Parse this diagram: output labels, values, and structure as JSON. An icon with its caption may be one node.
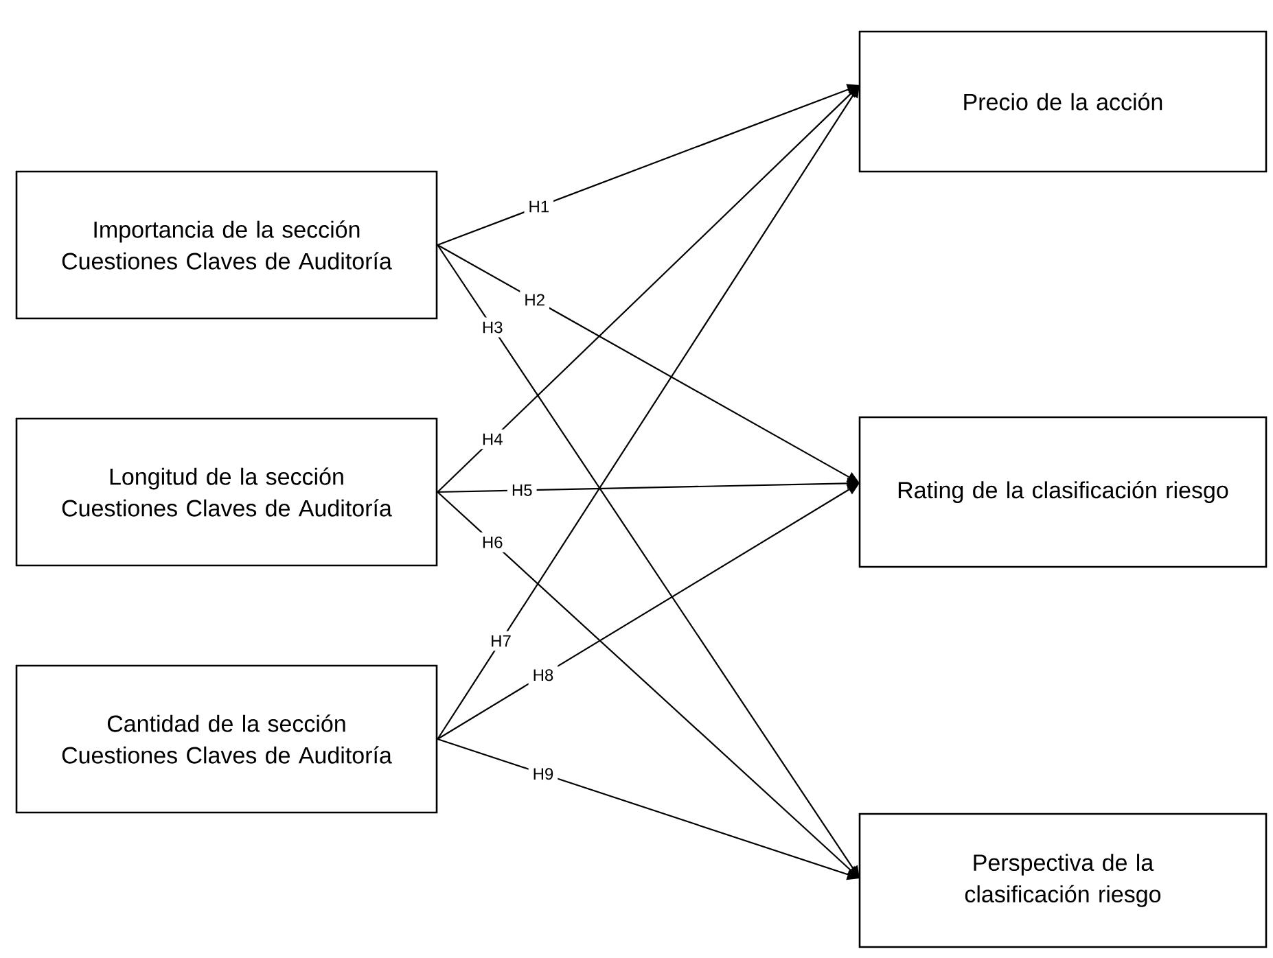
{
  "diagram": {
    "nodes": [
      {
        "text": [
          "Importancia de la sección Cuestiones Claves de Auditoría"
        ]
      },
      {
        "text": [
          "Longitud  de la sección Cuestiones Claves de Auditoría"
        ]
      },
      {
        "text": [
          "Cantidad de la sección Cuestiones Claves de Auditoría"
        ]
      },
      {
        "text": [
          "Precio de la acción"
        ]
      },
      {
        "text": [
          "Rating de la clasificación riesgo"
        ]
      },
      {
        "text": [
          "Perspectiva de la clasificación riesgo"
        ]
      }
    ],
    "edges": [
      {
        "from": 0,
        "to": 3,
        "arrow": "to",
        "label": "H1"
      },
      {
        "from": 0,
        "to": 4,
        "arrow": "to",
        "label": "H2"
      },
      {
        "from": 0,
        "to": 5,
        "arrow": "to",
        "label": "H3"
      },
      {
        "from": 1,
        "to": 3,
        "arrow": "to",
        "label": "H4"
      },
      {
        "from": 1,
        "to": 4,
        "arrow": "to",
        "label": "H5"
      },
      {
        "from": 1,
        "to": 5,
        "arrow": "to",
        "label": "H6"
      },
      {
        "from": 2,
        "to": 3,
        "arrow": "to",
        "label": "H7"
      },
      {
        "from": 2,
        "to": 4,
        "arrow": "to",
        "label": "H8"
      },
      {
        "from": 2,
        "to": 5,
        "arrow": "to",
        "label": "H9"
      }
    ]
  }
}
